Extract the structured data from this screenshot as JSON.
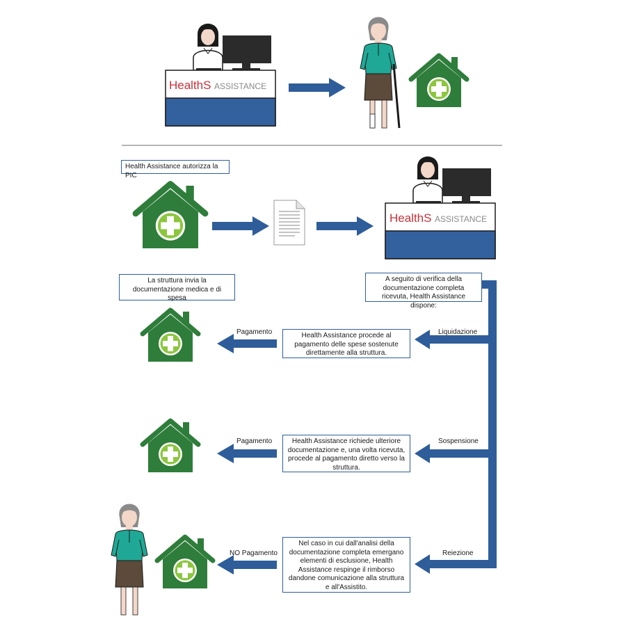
{
  "colors": {
    "arrow_blue": "#2e5d9a",
    "house_green": "#2e7d3a",
    "logo_red": "#c8323a",
    "desk_blue": "#33619e",
    "scrub_teal": "#1fa896"
  },
  "logo": {
    "brand": "HealthS",
    "sub": "ASSISTANCE"
  },
  "notes": {
    "authorize": "Health Assistance autorizza la PIC",
    "documentation": "La struttura invia la documentazione medica e di spesa",
    "verify": "A seguito di verifica della documentazione completa ricevuta, Health Assistance dispone:"
  },
  "branches": [
    {
      "decision": "Liquidazione",
      "outcome": "Pagamento",
      "description": "Health Assistance procede al pagamento delle spese sostenute direttamente alla struttura."
    },
    {
      "decision": "Sospensione",
      "outcome": "Pagamento",
      "description": "Health Assistance richiede ulteriore documentazione e, una volta ricevuta, procede al pagamento diretto verso la struttura."
    },
    {
      "decision": "Reiezione",
      "outcome": "NO Pagamento",
      "description": "Nel caso in cui dall'analisi della documentazione completa emergano elementi di esclusione, Health Assistance respinge il rimborso dandone comunicazione alla struttura e all'Assistito."
    }
  ]
}
